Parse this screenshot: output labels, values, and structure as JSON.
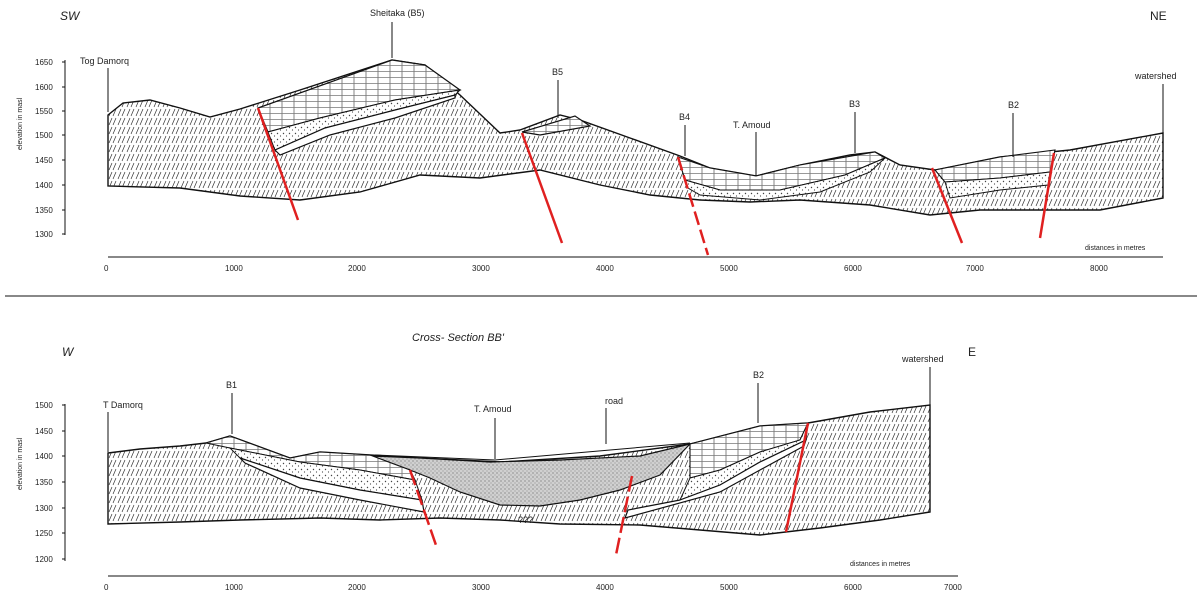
{
  "section_a": {
    "corner_left": "SW",
    "corner_right": "NE",
    "y_axis_label": "elevation in masl",
    "x_axis_label": "distances in metres",
    "y_ticks": [
      "1650",
      "1600",
      "1550",
      "1500",
      "1450",
      "1400",
      "1350",
      "1300"
    ],
    "x_ticks": [
      "0",
      "1000",
      "2000",
      "3000",
      "4000",
      "5000",
      "6000",
      "7000",
      "8000"
    ],
    "labels": {
      "tog_damorq": "Tog Damorq",
      "sheitaka": "Sheitaka (B5)",
      "b5": "B5",
      "b4": "B4",
      "t_amoud": "T. Amoud",
      "b3": "B3",
      "b2": "B2",
      "watershed": "watershed"
    }
  },
  "section_b": {
    "title": "Cross- Section BB'",
    "corner_left": "W",
    "corner_right": "E",
    "y_axis_label": "elevation in masl",
    "x_axis_label": "distances in metres",
    "y_ticks": [
      "1500",
      "1450",
      "1400",
      "1350",
      "1300",
      "1250",
      "1200"
    ],
    "x_ticks": [
      "0",
      "1000",
      "2000",
      "3000",
      "4000",
      "5000",
      "6000",
      "7000"
    ],
    "labels": {
      "t_damorq": "T Damorq",
      "b1": "B1",
      "t_amoud": "T. Amoud",
      "road": "road",
      "b2": "B2",
      "watershed": "watershed",
      "unknown": "???"
    }
  },
  "colors": {
    "fault": "#e02020",
    "outline": "#111111",
    "hatch": "#333333"
  }
}
